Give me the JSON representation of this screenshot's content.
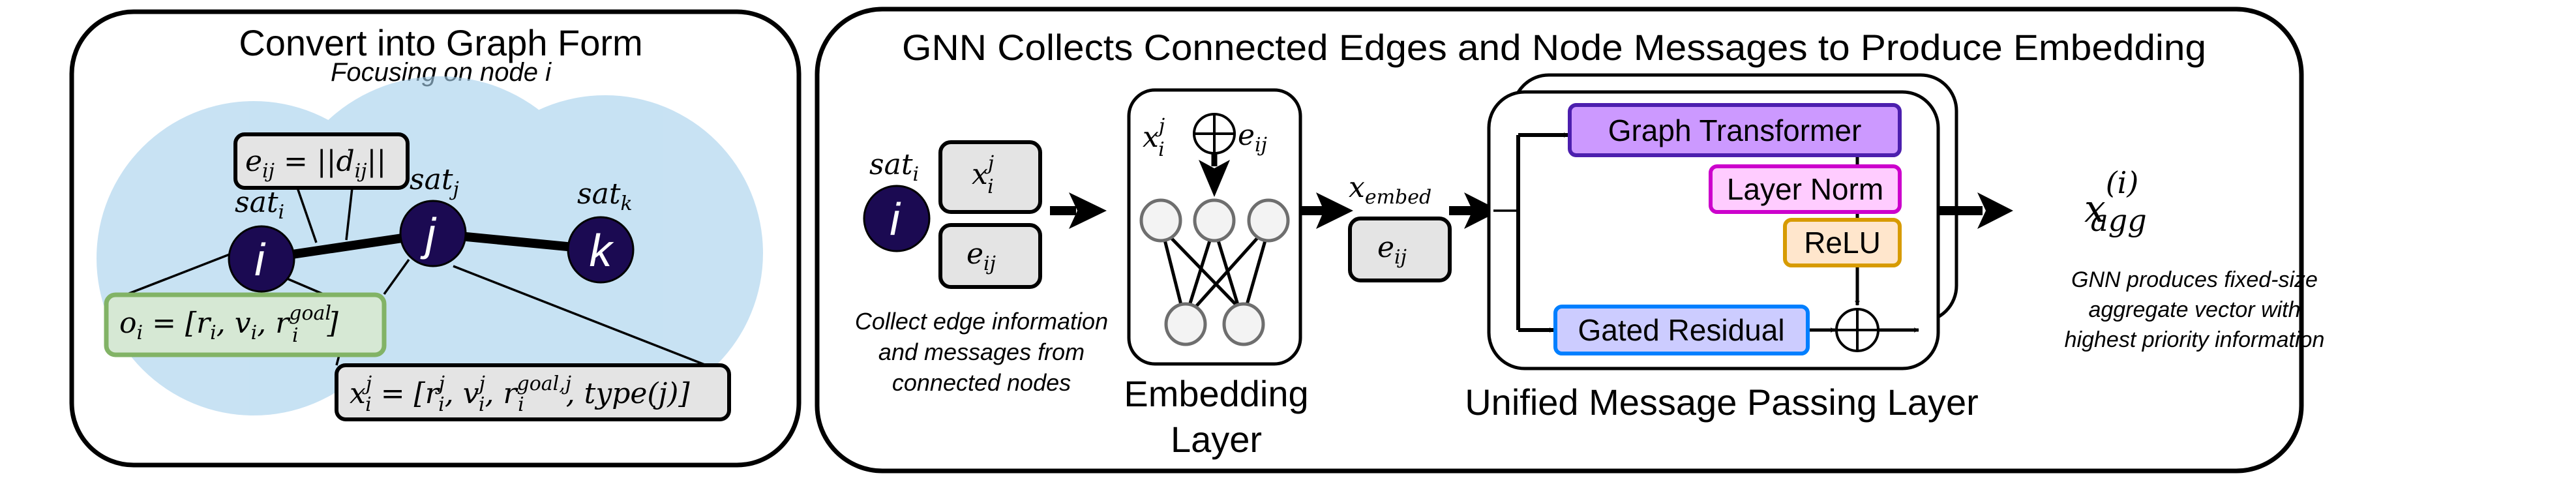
{
  "colors": {
    "node_fill": "#1b0a52",
    "coverage_fill": "#a6d1ec",
    "observation_fill": "#d6e8d4",
    "observation_stroke": "#82b366",
    "graph_transformer_fill": "#cc99ff",
    "graph_transformer_stroke": "#4c1fae",
    "layer_norm_fill": "#ffccff",
    "layer_norm_stroke": "#cc00cc",
    "relu_fill": "#ffe6cc",
    "relu_stroke": "#d79b00",
    "gated_residual_fill": "#ccccff",
    "gated_residual_stroke": "#007fff"
  },
  "left_panel": {
    "title": "Convert into Graph Form",
    "subtitle": "Focusing on node i",
    "nodes": [
      {
        "id": "i",
        "letter": "i",
        "label_base": "sat",
        "label_sub": "i"
      },
      {
        "id": "j",
        "letter": "j",
        "label_base": "sat",
        "label_sub": "j"
      },
      {
        "id": "k",
        "letter": "k",
        "label_base": "sat",
        "label_sub": "k"
      }
    ],
    "edges": [
      [
        "i",
        "j"
      ],
      [
        "j",
        "k"
      ]
    ],
    "edge_feature": {
      "lhs": "e",
      "lhs_sub": "ij",
      "eq": " = ||",
      "d": "d",
      "d_sub": "ij",
      "close": "||"
    },
    "observation": {
      "lhs": "o",
      "lhs_sub": "i",
      "eq": " = [r",
      "r_sub": "i",
      "v": ", v",
      "v_sub": "i",
      "rg": ", r",
      "rg_sup": "goal",
      "rg_sub": "i",
      "close": "]"
    },
    "neighbor_message": {
      "lhs": "x",
      "lhs_sup": "j",
      "lhs_sub": "i",
      "eq": " = [r",
      "r_sup": "j",
      "r_sub": "i",
      "v": ", v",
      "v_sup": "j",
      "v_sub": "i",
      "rg": ", r",
      "rg_sup": "goal,j",
      "rg_sub": "i",
      "type": ", type(j)]"
    }
  },
  "right_panel": {
    "title": "GNN Collects Connected Edges and Node Messages to Produce Embedding",
    "input": {
      "node_letter": "i",
      "node_label_base": "sat",
      "node_label_sub": "i",
      "message_box": {
        "base": "x",
        "sup": "j",
        "sub": "i"
      },
      "edge_box": {
        "base": "e",
        "sub": "ij"
      },
      "caption_lines": [
        "Collect edge information",
        "and  messages from",
        "connected nodes"
      ]
    },
    "embedding_layer": {
      "concat_left": {
        "base": "x",
        "sup": "j",
        "sub": "i"
      },
      "concat_right": {
        "base": "e",
        "sub": "ij"
      },
      "label_lines": [
        "Embedding",
        "Layer"
      ]
    },
    "embedded": {
      "label_base": "x",
      "label_sub": "embed",
      "edge_box": {
        "base": "e",
        "sub": "ij"
      }
    },
    "message_passing_layer": {
      "blocks": [
        {
          "id": "graph_transformer",
          "label": "Graph Transformer"
        },
        {
          "id": "layer_norm",
          "label": "Layer Norm"
        },
        {
          "id": "relu",
          "label": "ReLU"
        },
        {
          "id": "gated_residual",
          "label": "Gated Residual"
        }
      ],
      "label": "Unified Message Passing Layer"
    },
    "output": {
      "base": "x",
      "sup": "(i)",
      "sub": "agg",
      "caption_lines": [
        "GNN produces fixed-size",
        "aggregate vector with",
        "highest priority information"
      ]
    }
  }
}
